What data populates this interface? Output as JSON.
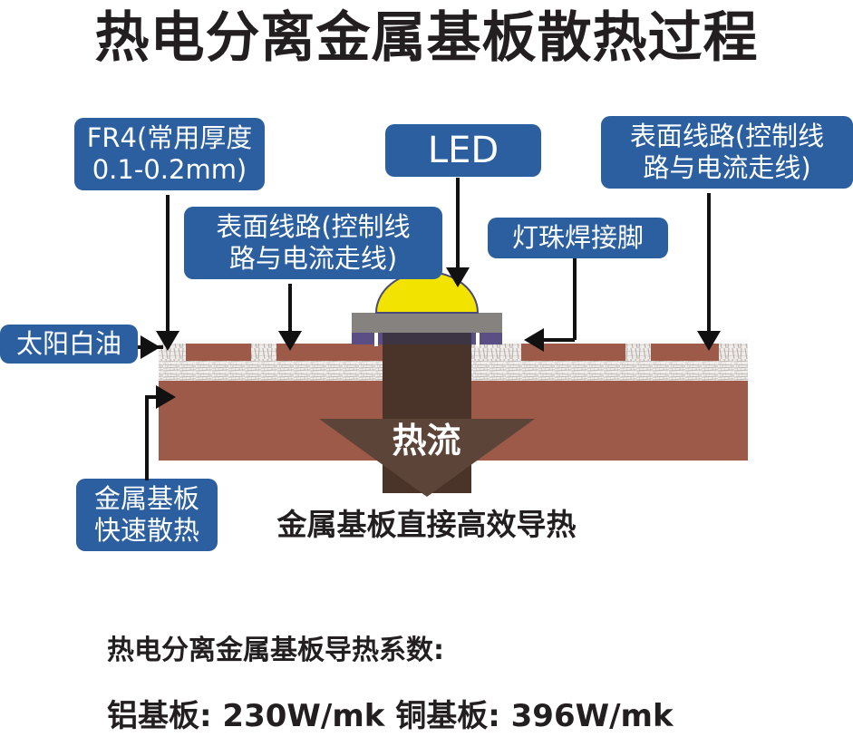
{
  "page": {
    "title": "热电分离金属基板散热过程",
    "background_color": "#ffffff"
  },
  "colors": {
    "callout_blue": "#2b5fa0",
    "callout_text": "#ffffff",
    "metal_base": "#9d5a48",
    "solder_mask_white": "#f2f0ee",
    "led_dome_yellow": "#f2e400",
    "led_body_gray": "#85827f",
    "solder_purple": "#5b4e85",
    "heat_column_dark": "#4a3328",
    "heat_arrow": "#5d4438",
    "leader_black": "#111111",
    "title_black": "#231f20"
  },
  "callouts": [
    {
      "id": "fr4",
      "name": "callout-fr4",
      "text": "FR4(常用厚度\n0.1-0.2mm)"
    },
    {
      "id": "surface-trace-left",
      "name": "callout-surface-trace-left",
      "text": "表面线路(控制线\n路与电流走线)"
    },
    {
      "id": "led",
      "name": "callout-led",
      "text": "LED"
    },
    {
      "id": "solder-pin",
      "name": "callout-solder-pin",
      "text": "灯珠焊接脚"
    },
    {
      "id": "surface-trace-right",
      "name": "callout-surface-trace-right",
      "text": "表面线路(控制线\n路与电流走线)"
    },
    {
      "id": "white-oil",
      "name": "callout-white-oil",
      "text": "太阳白油"
    },
    {
      "id": "metal-base",
      "name": "callout-metal-base",
      "text": "金属基板\n快速散热"
    }
  ],
  "diagram": {
    "heat_flow_arrow_label": "热流",
    "caption_under_arrow": "金属基板直接高效导热"
  },
  "spec": {
    "title": "热电分离金属基板导热系数:",
    "values": "铝基板: 230W/mk  铜基板: 396W/mk",
    "aluminum_label": "铝基板:",
    "aluminum_value": "230W/mk",
    "copper_label": "铜基板:",
    "copper_value": "396W/mk"
  }
}
